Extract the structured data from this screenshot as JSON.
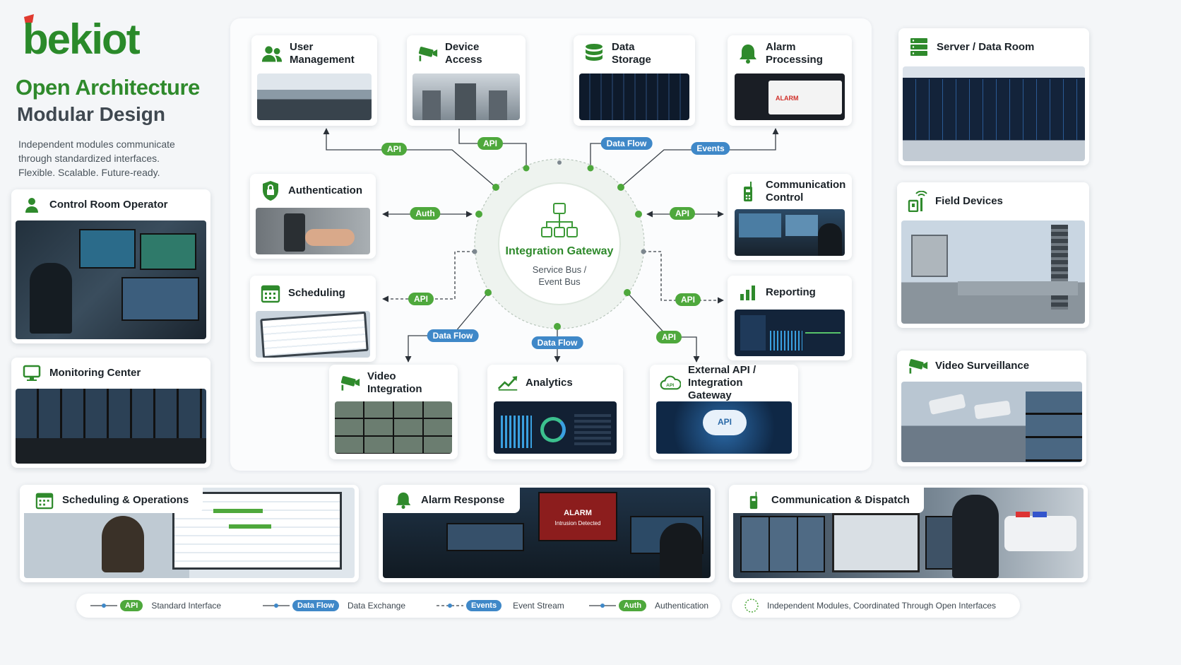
{
  "brand": {
    "logo": "bekiot",
    "green": "#2f8a2c",
    "dark": "#1c2a1c"
  },
  "hero": {
    "title_line1": "Open Architecture",
    "title_line2": "Modular Design",
    "desc_line1": "Independent modules communicate",
    "desc_line2": "through standardized interfaces.",
    "desc_line3": "Flexible. Scalable. Future-ready."
  },
  "left_cards": {
    "control_room": "Control Room Operator",
    "monitoring": "Monitoring Center"
  },
  "right_cards": {
    "server_room": "Server / Data Room",
    "field_devices": "Field Devices",
    "video_surveillance": "Video Surveillance"
  },
  "gateway": {
    "title": "Integration Gateway",
    "sub_line1": "Service Bus /",
    "sub_line2": "Event Bus"
  },
  "modules": {
    "user_mgmt": {
      "l1": "User",
      "l2": "Management"
    },
    "device_access": {
      "l1": "Device",
      "l2": "Access"
    },
    "data_storage": {
      "l1": "Data",
      "l2": "Storage"
    },
    "alarm_processing": {
      "l1": "Alarm",
      "l2": "Processing"
    },
    "authentication": {
      "l1": "Authentication"
    },
    "communication": {
      "l1": "Communication",
      "l2": "Control"
    },
    "scheduling": {
      "l1": "Scheduling"
    },
    "reporting": {
      "l1": "Reporting"
    },
    "video_integration": {
      "l1": "Video",
      "l2": "Integration"
    },
    "analytics": {
      "l1": "Analytics"
    },
    "external_api": {
      "l1": "External API /",
      "l2": "Integration Gateway"
    }
  },
  "connectors": {
    "api": "API",
    "data_flow": "Data Flow",
    "events": "Events",
    "auth": "Auth"
  },
  "screen_texts": {
    "alarm": "ALARM",
    "intrusion": "Intrusion Detected",
    "api_cloud": "API"
  },
  "bottom_cards": {
    "scheduling_ops": "Scheduling & Operations",
    "alarm_response": "Alarm Response",
    "comm_dispatch": "Communication & Dispatch"
  },
  "legend": {
    "api_pill": "API",
    "api_text": "Standard Interface",
    "dataflow_pill": "Data Flow",
    "dataflow_text": "Data Exchange",
    "events_pill": "Events",
    "events_text": "Event Stream",
    "auth_pill": "Auth",
    "auth_text": "Authentication",
    "modules_text": "Independent Modules, Coordinated Through Open Interfaces"
  },
  "colors": {
    "accent_green": "#4ea83c",
    "accent_blue": "#3f88c8",
    "title_green": "#2f8a2c"
  }
}
